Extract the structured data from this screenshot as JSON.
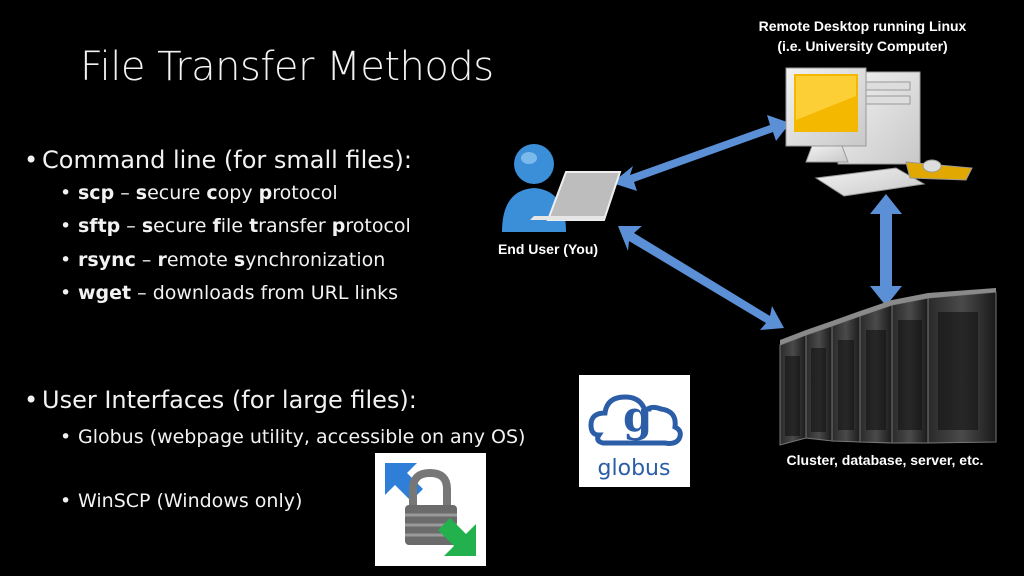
{
  "slide": {
    "title": "File Transfer Methods",
    "command_line": {
      "heading": "Command line (for small files):",
      "items": [
        {
          "parts": [
            [
              "scp",
              true
            ],
            [
              " – ",
              false
            ],
            [
              "s",
              true
            ],
            [
              "ecure ",
              false
            ],
            [
              "c",
              true
            ],
            [
              "opy ",
              false
            ],
            [
              "p",
              true
            ],
            [
              "rotocol",
              false
            ]
          ]
        },
        {
          "parts": [
            [
              "sftp",
              true
            ],
            [
              " – ",
              false
            ],
            [
              "s",
              true
            ],
            [
              "ecure ",
              false
            ],
            [
              "f",
              true
            ],
            [
              "ile ",
              false
            ],
            [
              "t",
              true
            ],
            [
              "ransfer ",
              false
            ],
            [
              "p",
              true
            ],
            [
              "rotocol",
              false
            ]
          ]
        },
        {
          "parts": [
            [
              "rsync",
              true
            ],
            [
              " – ",
              false
            ],
            [
              "r",
              true
            ],
            [
              "emote ",
              false
            ],
            [
              "s",
              true
            ],
            [
              "ynchronization",
              false
            ]
          ]
        },
        {
          "parts": [
            [
              "wget",
              true
            ],
            [
              " – downloads from URL links",
              false
            ]
          ]
        }
      ]
    },
    "user_interfaces": {
      "heading": "User Interfaces (for large files):",
      "items": [
        "Globus (webpage utility, accessible on any OS)",
        "WinSCP (Windows only)"
      ]
    },
    "diagram": {
      "remote_label_line1": "Remote Desktop running Linux",
      "remote_label_line2": "(i.e. University Computer)",
      "end_user_label": "End User (You)",
      "cluster_label": "Cluster, database, server, etc.",
      "globus_logo_text": "globus",
      "globus_logo_letter": "g"
    },
    "colors": {
      "background": "#000000",
      "arrow": "#5b8fd6",
      "globus_blue": "#2b5ea6",
      "monitor_screen": "#f5b800"
    }
  }
}
